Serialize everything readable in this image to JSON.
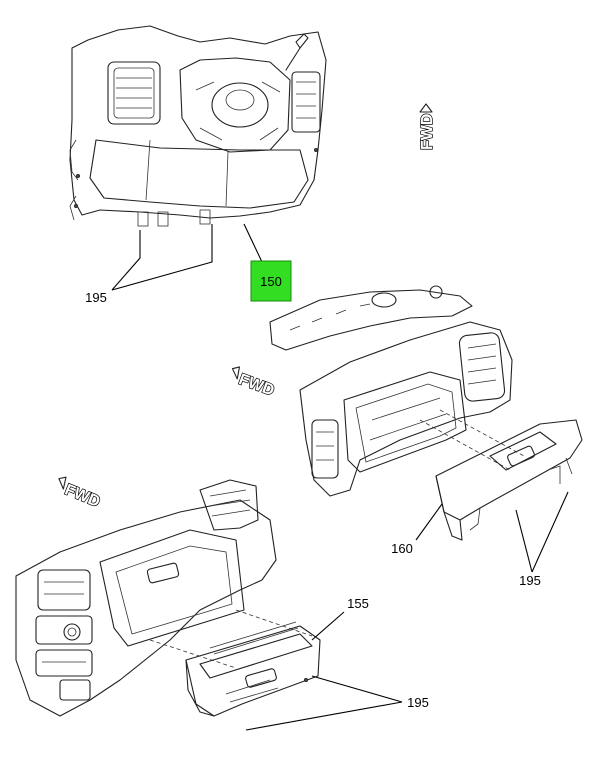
{
  "callouts": {
    "c150": "150",
    "c155": "155",
    "c160": "160",
    "c195_top": "195",
    "c195_right": "195",
    "c195_bottom": "195"
  },
  "orientation": {
    "fwd_top": "FWD",
    "fwd_middle": "FWD",
    "fwd_left": "FWD"
  },
  "colors": {
    "highlight": "#33dd22",
    "line": "#222222"
  }
}
